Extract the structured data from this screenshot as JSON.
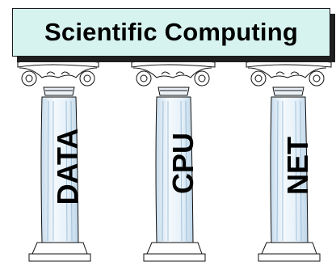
{
  "banner": {
    "title": "Scientific Computing"
  },
  "pillars": [
    {
      "label": "DATA"
    },
    {
      "label": "CPU"
    },
    {
      "label": "NET"
    }
  ],
  "colors": {
    "banner_fill": "#d6f3ef",
    "pillar_fill": "#e9f3fa",
    "pillar_shade": "#c9dfee",
    "outline": "#111111"
  }
}
